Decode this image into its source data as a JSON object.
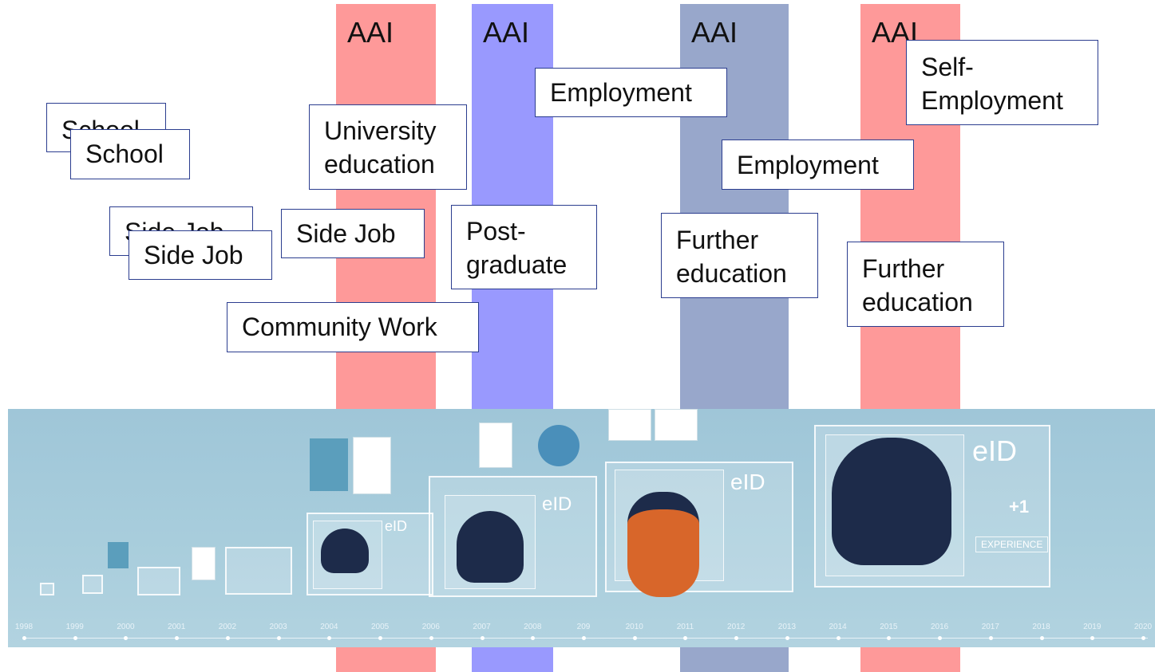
{
  "bands": [
    {
      "label": "AAI",
      "color": "#fe9999"
    },
    {
      "label": "AAI",
      "color": "#9999fe"
    },
    {
      "label": "AAI",
      "color": "#98a7cb"
    },
    {
      "label": "AAI",
      "color": "#fe9999"
    }
  ],
  "boxes": {
    "school_1": "School",
    "school_2": "School",
    "sidejob_1": "Side Job",
    "sidejob_2": "Side Job",
    "sidejob_3": "Side Job",
    "community": "Community Work",
    "university_1": "University",
    "university_2": "education",
    "postgrad_1": "Post-",
    "postgrad_2": "graduate",
    "employment_1": "Employment",
    "employment_2": "Employment",
    "further_1a": "Further",
    "further_1b": "education",
    "further_2a": "Further",
    "further_2b": "education",
    "selfemp_1": "Self-",
    "selfemp_2": "Employment"
  },
  "photo": {
    "eid_label": "eID",
    "plus_one": "+1",
    "experience": "EXPERIENCE",
    "years": [
      "1998",
      "1999",
      "2000",
      "2001",
      "2002",
      "2003",
      "2004",
      "2005",
      "2006",
      "2007",
      "2008",
      "209",
      "2010",
      "2011",
      "2012",
      "2013",
      "2014",
      "2015",
      "2016",
      "2017",
      "2018",
      "2019",
      "2020"
    ]
  }
}
